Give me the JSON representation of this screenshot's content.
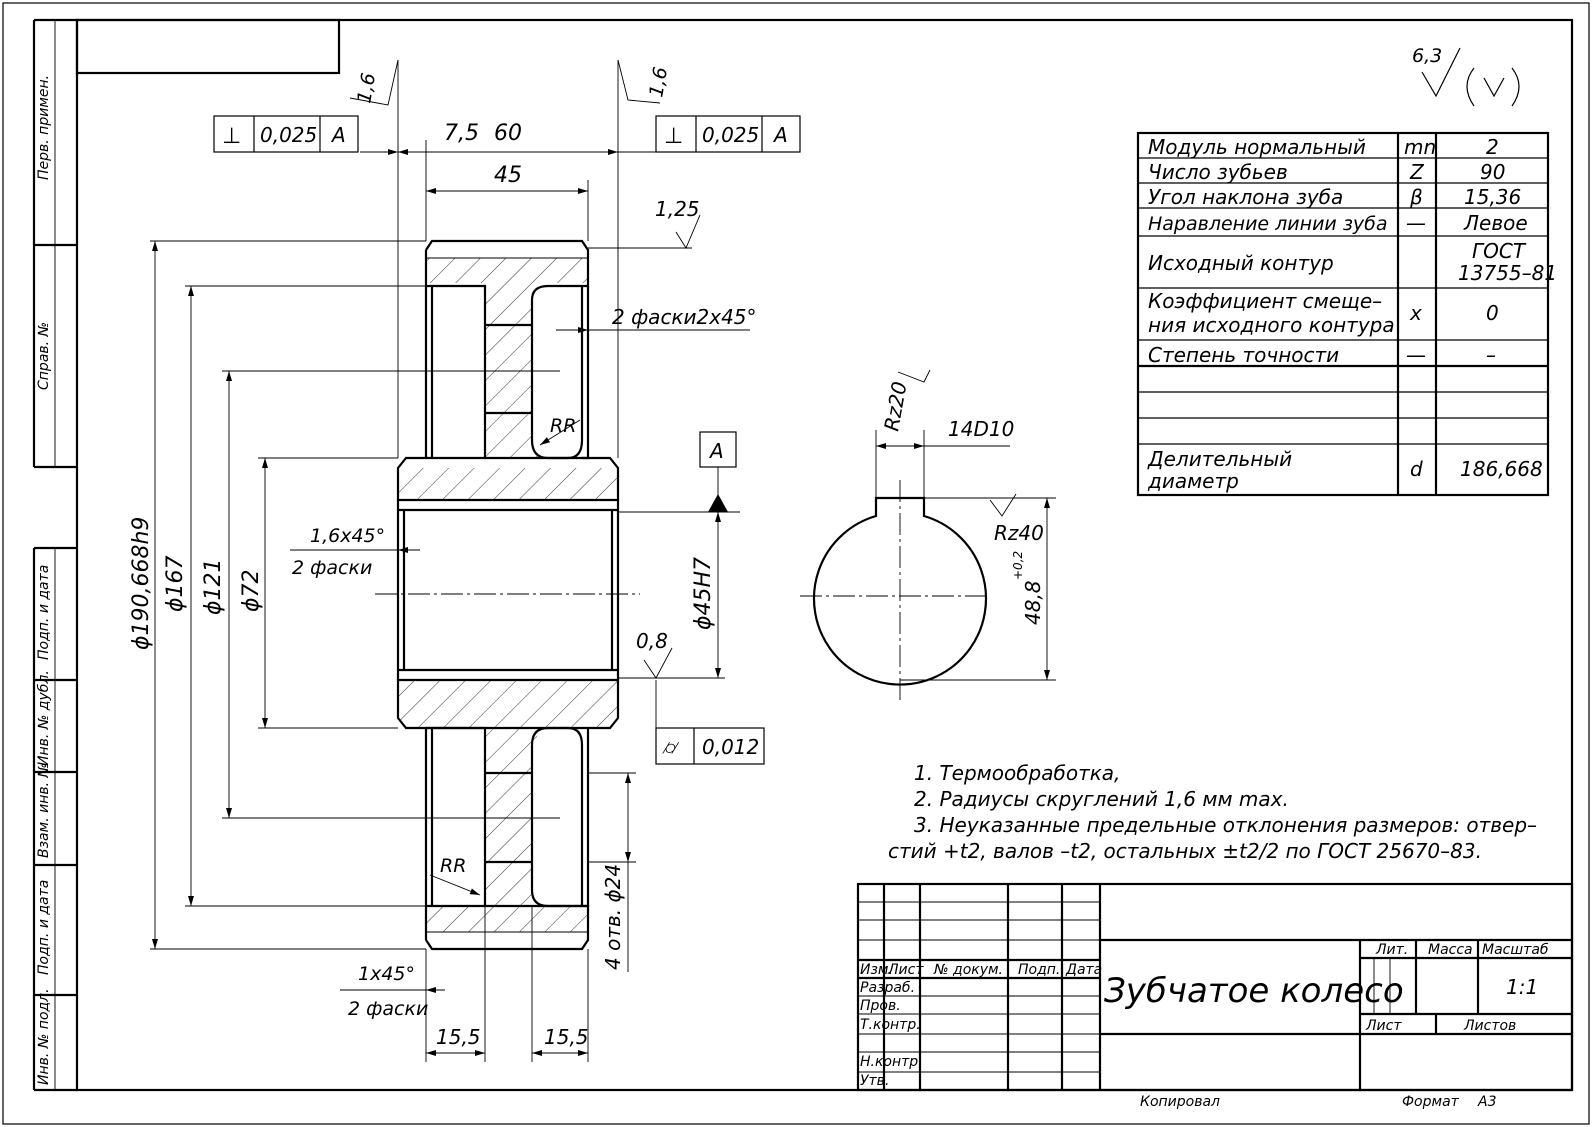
{
  "dimensions": {
    "roughness_top_left": "1,6",
    "roughness_top_right": "1,6",
    "tol_left_sym": "⊥",
    "tol_left_val": "0,025",
    "tol_left_ref": "A",
    "tol_right_sym": "⊥",
    "tol_right_val": "0,025",
    "tol_right_ref": "A",
    "d_7_5": "7,5",
    "d_60": "60",
    "d_45": "45",
    "r_1_25": "1,25",
    "chamfer_2x45": "2 фаски2x45°",
    "rr_top": "RR",
    "rr_bottom": "RR",
    "datum_a": "A",
    "chamfer_1_6": "1,6x45°",
    "chamfer_1_6_note": "2 фаски",
    "dia_190": "ϕ190,668h9",
    "dia_167": "ϕ167",
    "dia_121": "ϕ121",
    "dia_72": "ϕ72",
    "dia_45h7": "ϕ45H7",
    "r_0_8": "0,8",
    "runout_sym": "⌭",
    "runout_val": "0,012",
    "holes": "4 отв. ϕ24",
    "chamfer_1x45": "1x45°",
    "chamfer_1x45_note": "2 фаски",
    "d_15_5_left": "15,5",
    "d_15_5_right": "15,5",
    "key_rz20": "Rz20",
    "key_14d10": "14D10",
    "key_rz40": "Rz40",
    "key_48_8": "48,8",
    "key_tol": "+0,2",
    "roughness_general": "6,3"
  },
  "params": [
    {
      "name": "Модуль нормальный",
      "sym": "mn",
      "val": "2"
    },
    {
      "name": "Число зубьев",
      "sym": "Z",
      "val": "90"
    },
    {
      "name": "Угол наклона зуба",
      "sym": "β",
      "val": "15,36"
    },
    {
      "name": "Наравление линии зуба",
      "sym": "—",
      "val": "Левое"
    },
    {
      "name": "Исходный контур",
      "sym": "",
      "val": "ГОСТ",
      "val2": "13755–81"
    },
    {
      "name": "Коэффициент смеще–",
      "name2": "ния исходного контура",
      "sym": "x",
      "val": "0"
    },
    {
      "name": "Степень точности",
      "sym": "—",
      "val": "–"
    },
    {
      "name": "Делительный",
      "name2": "диаметр",
      "sym": "d",
      "val": "186,668"
    }
  ],
  "notes": [
    "1. Термообработка,",
    "2. Радиусы скруглений 1,6 мм max.",
    "3. Неуказанные предельные отклонения размеров: отвер–",
    "стий +t2, валов –t2, остальных ±t2/2 по ГОСТ 25670–83."
  ],
  "title_block": {
    "name": "Зубчатое колесо",
    "izm": "Изм.",
    "list": "Лист",
    "doc": "№ докум.",
    "podp": "Подп.",
    "data": "Дата",
    "razrab": "Разраб.",
    "prov": "Пров.",
    "tkontr": "Т.контр.",
    "nkontr": "Н.контр.",
    "utv": "Утв.",
    "lit": "Лит.",
    "massa": "Масса",
    "masshtab": "Масштаб",
    "scale": "1:1",
    "list2": "Лист",
    "listov": "Листов",
    "kopiroval": "Копировал",
    "format": "Формат",
    "format_val": "A3"
  },
  "side_labels": {
    "perv": "Перв. примен.",
    "sprav": "Справ. №",
    "podp_data1": "Подп. и дата",
    "inv_dubl": "Инв. № дубл.",
    "vzam": "Взам. инв. №",
    "podp_data2": "Подп. и дата",
    "inv_podl": "Инв. № подл."
  }
}
